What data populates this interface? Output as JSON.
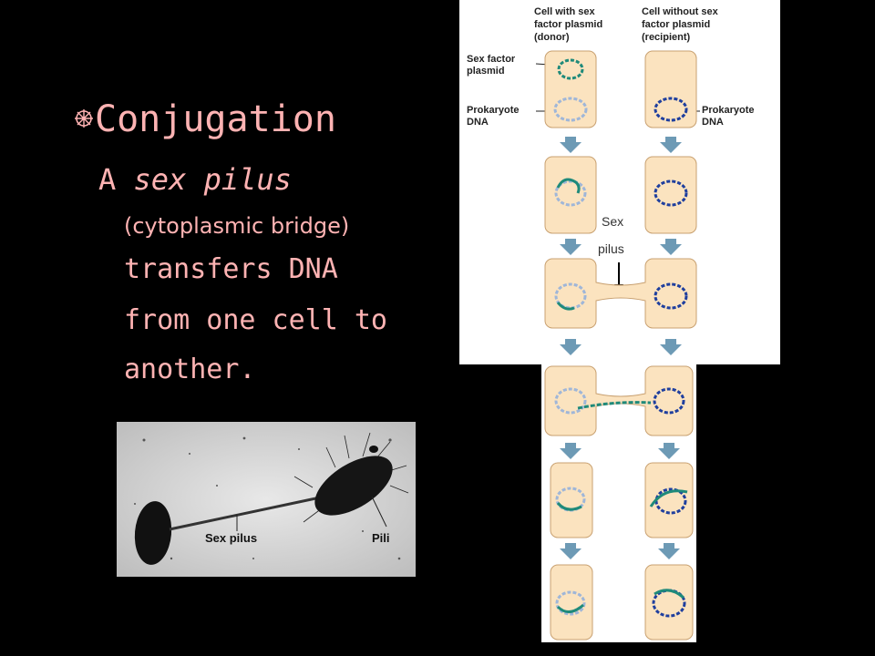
{
  "slide": {
    "heading": "Conjugation",
    "sub_prefix": "A ",
    "sub_emphasis": "sex pilus",
    "paren_note": "(cytoplasmic bridge)",
    "body_lines": [
      "transfers DNA",
      "from one cell to",
      "another."
    ]
  },
  "micrograph": {
    "label_sex_pilus": "Sex pilus",
    "label_pili": "Pili"
  },
  "diagram": {
    "donor_header": [
      "Cell with sex",
      "factor plasmid",
      "(donor)"
    ],
    "recipient_header": [
      "Cell without sex",
      "factor plasmid",
      "(recipient)"
    ],
    "label_plasmid": [
      "Sex factor",
      "plasmid"
    ],
    "label_prok_left": [
      "Prokaryote",
      "DNA"
    ],
    "label_prok_right": [
      "Prokaryote",
      "DNA"
    ],
    "label_pilus": [
      "Sex",
      "pilus"
    ]
  },
  "colors": {
    "text": "#ffb3b3",
    "cell_fill": "#fbe3bf",
    "cell_stroke": "#c8a070",
    "arrow": "#6d9ab5",
    "plasmid": "#1f8a7a",
    "donor_dna": "#9fb6d8",
    "recipient_dna": "#1f3f9e"
  }
}
